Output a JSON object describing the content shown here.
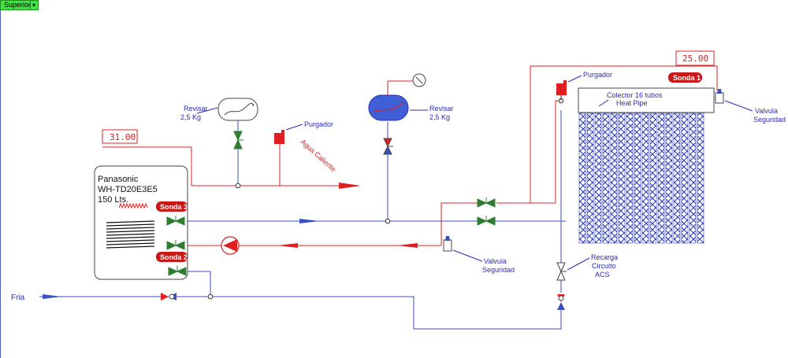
{
  "view_selector": {
    "label": "Superior",
    "arrow": "▾"
  },
  "tank": {
    "line1": "Panasonic",
    "line2": "WH-TD20E3E5",
    "line3": "150 Lts."
  },
  "probes": {
    "sonda1": "Sonda 1",
    "sonda2": "Sonda 2",
    "sonda3": "Sonda 3"
  },
  "displays": {
    "tank_temp": "31.00",
    "collector_temp": "25.00"
  },
  "labels": {
    "expansion_left_1": "Revisar",
    "expansion_left_2": "2,5 Kg",
    "expansion_right_1": "Revisar",
    "expansion_right_2": "2,5 Kg",
    "purger_left": "Purgador",
    "purger_right": "Purgador",
    "hot_water": "Agua Caliente",
    "safety_valve_mid_1": "Valvula",
    "safety_valve_mid_2": "Seguridad",
    "safety_valve_right_1": "Valvula",
    "safety_valve_right_2": "Seguridad",
    "collector_1": "Colector 16 tubos",
    "collector_2": "Heat Pipe",
    "recharge_1": "Recarga",
    "recharge_2": "Circuito",
    "recharge_3": "ACS",
    "cold_water": "Fria"
  },
  "colors": {
    "hot_line": "#e02020",
    "cold_line": "#3a4fc0",
    "valve_green": "#2e7d32",
    "tube_blue": "#2f3fb0",
    "sonda_red": "#c81818"
  }
}
